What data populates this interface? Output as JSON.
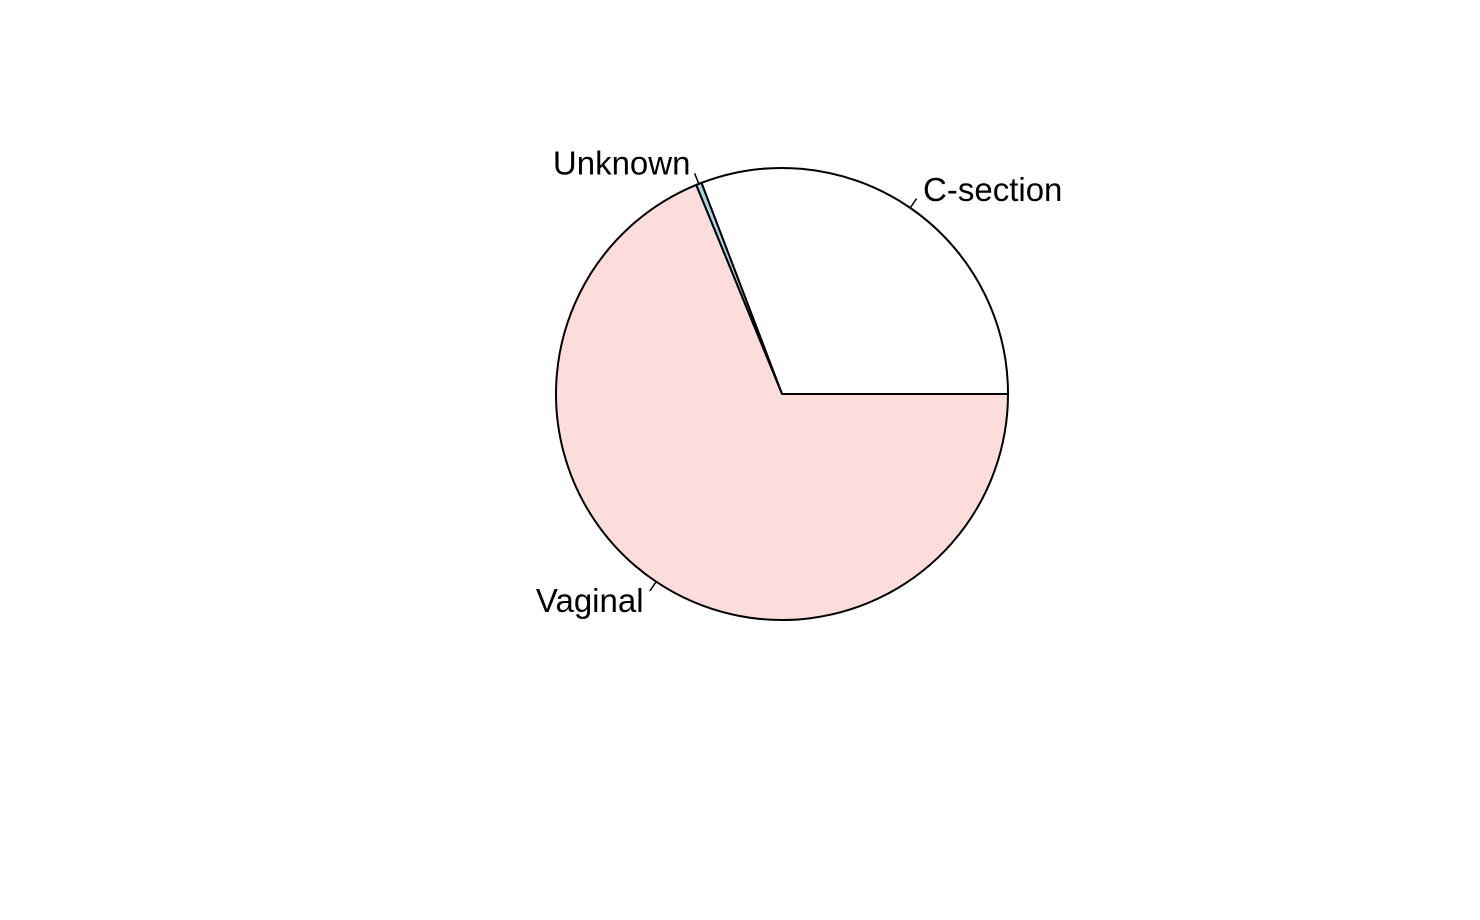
{
  "chart_data": {
    "type": "pie",
    "title": "",
    "categories": [
      "C-section",
      "Unknown",
      "Vaginal"
    ],
    "values": [
      30.8,
      0.4,
      68.8
    ],
    "colors": [
      "#ffffff",
      "#a6d8e6",
      "#fddddc"
    ],
    "border_color": "#000000",
    "start_angle_deg": 0,
    "direction": "counterclockwise",
    "legend": "none"
  }
}
